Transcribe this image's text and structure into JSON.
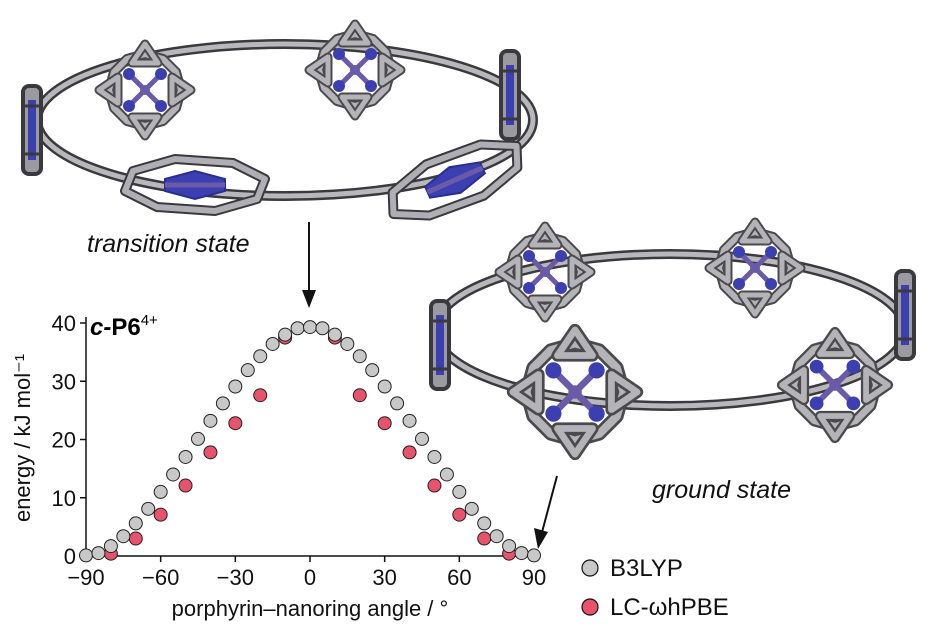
{
  "annotations": {
    "transition_state": "transition state",
    "ground_state": "ground state"
  },
  "colors": {
    "frame": "#8e8e92",
    "pyrrole": "#3b3fb0",
    "metal": "#6a5aa8",
    "b3lyp": "#c8c8c8",
    "lc": "#e8536b"
  },
  "chart_data": {
    "type": "scatter",
    "title_prefix": "c-",
    "title_main": "P6",
    "title_sup": "4+",
    "xlabel": "porphyrin–nanoring angle / °",
    "ylabel": "energy  / kJ mol⁻¹",
    "xlim": [
      -90,
      90
    ],
    "ylim": [
      0,
      40
    ],
    "xticks": [
      -90,
      -60,
      -30,
      0,
      30,
      60,
      90
    ],
    "xtick_labels": [
      "−90",
      "−60",
      "−30",
      "0",
      "30",
      "60",
      "90"
    ],
    "yticks": [
      0,
      10,
      20,
      30,
      40
    ],
    "ytick_labels": [
      "0",
      "10",
      "20",
      "30",
      "40"
    ],
    "legend_position": "bottom-right",
    "series": [
      {
        "name": "B3LYP",
        "x": [
          -90,
          -85,
          -80,
          -75,
          -70,
          -65,
          -60,
          -55,
          -50,
          -45,
          -40,
          -35,
          -30,
          -25,
          -20,
          -15,
          -10,
          -5,
          0,
          5,
          10,
          15,
          20,
          25,
          30,
          35,
          40,
          45,
          50,
          55,
          60,
          65,
          70,
          75,
          80,
          85,
          90
        ],
        "y": [
          0.1,
          0.5,
          1.7,
          3.4,
          5.6,
          8.1,
          11.0,
          14.0,
          17.0,
          20.1,
          23.2,
          26.2,
          29.1,
          31.9,
          34.3,
          36.4,
          38.0,
          39.1,
          39.3,
          39.1,
          38.0,
          36.4,
          34.3,
          31.9,
          29.1,
          26.2,
          23.2,
          20.1,
          17.0,
          14.0,
          11.0,
          8.1,
          5.6,
          3.4,
          1.7,
          0.5,
          0.1
        ]
      },
      {
        "name": "LC-ωhPBE",
        "x": [
          -80,
          -70,
          -60,
          -50,
          -40,
          -30,
          -20,
          -10,
          10,
          20,
          30,
          40,
          50,
          60,
          70,
          80
        ],
        "y": [
          0.4,
          3.0,
          7.1,
          12.1,
          17.8,
          22.8,
          27.6,
          37.5,
          37.5,
          27.6,
          22.8,
          17.8,
          12.1,
          7.1,
          3.0,
          0.4
        ]
      }
    ]
  }
}
